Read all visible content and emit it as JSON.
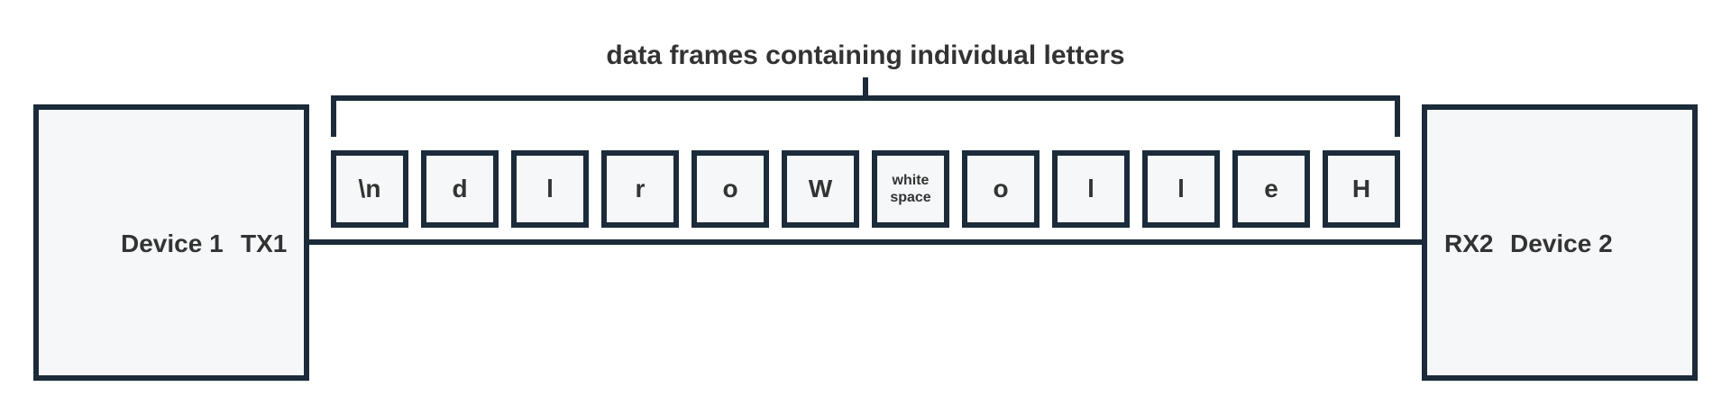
{
  "title": "data frames containing individual letters",
  "device1": {
    "name": "Device 1",
    "port": "TX1"
  },
  "device2": {
    "name": "Device 2",
    "port": "RX2"
  },
  "frames": [
    "\\n",
    "d",
    "l",
    "r",
    "o",
    "W",
    "white\nspace",
    "o",
    "l",
    "l",
    "e",
    "H"
  ],
  "colors": {
    "stroke": "#1c2b3a",
    "fill": "#f5f7f9",
    "text": "#333333"
  }
}
